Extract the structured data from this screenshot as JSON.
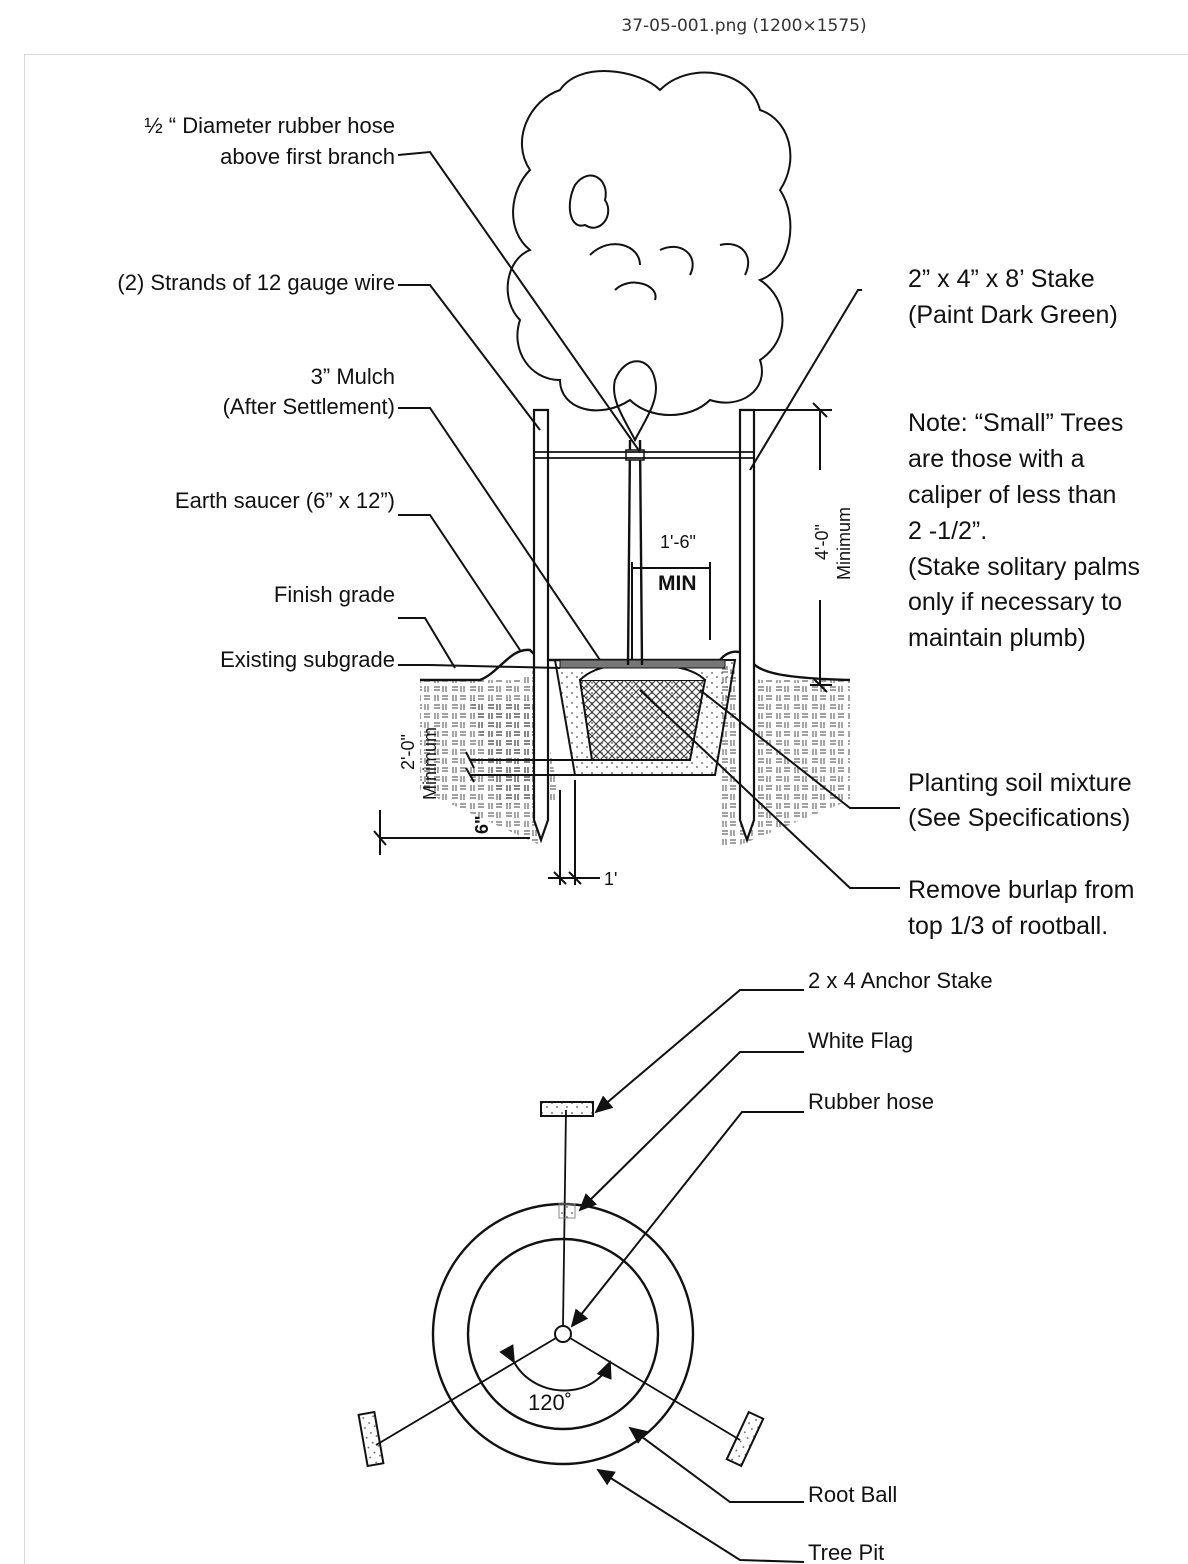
{
  "file_title": "37-05-001.png (1200×1575)",
  "labels": {
    "hose": [
      "½ “ Diameter rubber hose",
      "above first branch"
    ],
    "wire": "(2) Strands of 12 gauge wire",
    "mulch": [
      "3” Mulch",
      "(After Settlement)"
    ],
    "saucer": "Earth saucer (6” x 12”)",
    "finish_grade": "Finish grade",
    "subgrade": "Existing subgrade",
    "stake": [
      "2” x 4” x 8’ Stake",
      "(Paint Dark Green)"
    ],
    "note": [
      "Note:  “Small” Trees",
      "are those with a",
      "caliper of less than",
      "2 -1/2”.",
      "(Stake solitary palms",
      "only if necessary to",
      "maintain plumb)"
    ],
    "planting_soil": [
      "Planting soil mixture",
      "(See Specifications)"
    ],
    "burlap": [
      "Remove burlap from",
      "top 1/3 of rootball."
    ],
    "dim_spacing": "1'-6\"",
    "dim_min": "MIN",
    "dim_height": "4'-0\"",
    "dim_height_sub": "Minimum",
    "dim_depth": "2'-0\"",
    "dim_depth_sub": "Minimum",
    "dim_six": "6\"",
    "dim_one": "1'"
  },
  "plan_labels": {
    "anchor": "2 x 4 Anchor Stake",
    "flag": "White Flag",
    "hose": "Rubber hose",
    "angle": "120˚",
    "root_ball": "Root Ball",
    "tree_pit": "Tree Pit"
  }
}
